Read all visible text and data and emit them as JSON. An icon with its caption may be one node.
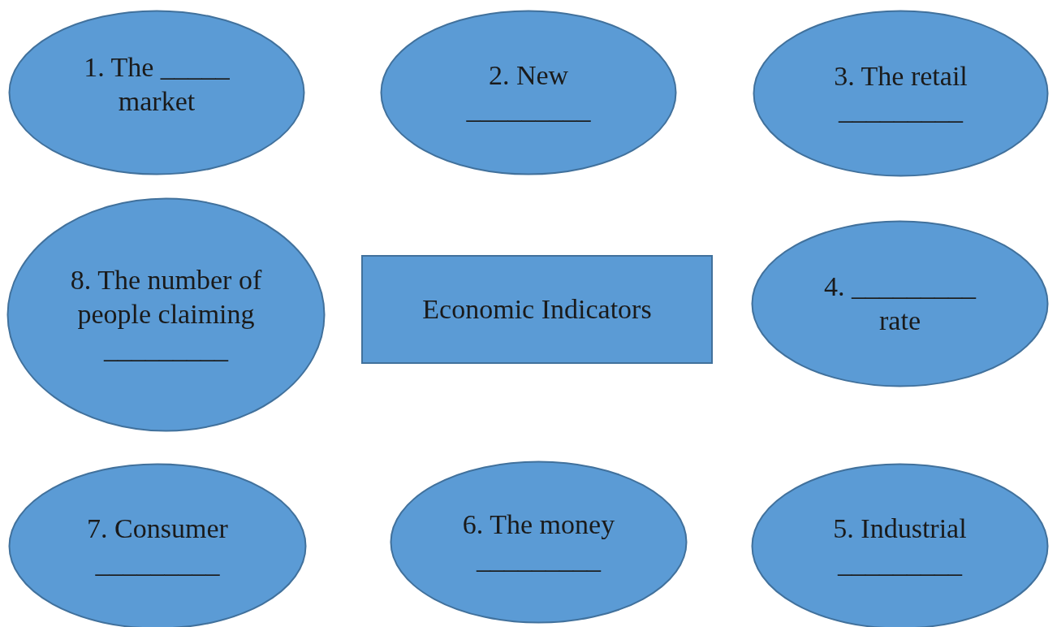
{
  "diagram": {
    "nodes": [
      {
        "text": [
          "1. The _____ market"
        ]
      },
      {
        "text": [
          "2. New _________"
        ]
      },
      {
        "text": [
          "3. The retail _________"
        ]
      },
      {
        "text": [
          "8. The number of people claiming _________"
        ]
      },
      {
        "text": [
          "Economic Indicators"
        ]
      },
      {
        "text": [
          "4. _________ rate"
        ]
      },
      {
        "text": [
          "7. Consumer _________"
        ]
      },
      {
        "text": [
          "6. The money _________"
        ]
      },
      {
        "text": [
          "5. Industrial _________"
        ]
      }
    ]
  }
}
